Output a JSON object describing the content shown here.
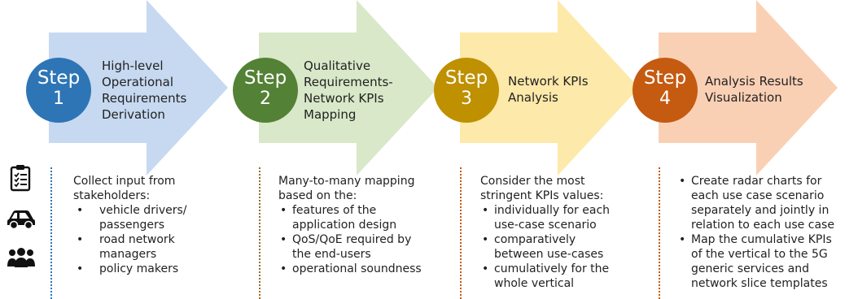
{
  "colors": {
    "step1": {
      "arrow": "#c6d9f1",
      "circle": "#2e75b6",
      "line": "#2e75b6"
    },
    "step2": {
      "arrow": "#d8e8c8",
      "circle": "#538135",
      "line": "#9c6a2e"
    },
    "step3": {
      "arrow": "#fde9a9",
      "circle": "#bf9000",
      "line": "#c55a11"
    },
    "step4": {
      "arrow": "#fad0b5",
      "circle": "#c55a11",
      "line": "#c55a11"
    }
  },
  "icons": [
    "clipboard-checklist-icon",
    "car-icon",
    "people-group-icon"
  ],
  "steps": [
    {
      "step_word": "Step",
      "number": "1",
      "title": [
        "High-level",
        "Operational",
        "Requirements",
        "Derivation"
      ],
      "intro": [
        "Collect input from",
        "stakeholders:"
      ],
      "bullets": [
        [
          "vehicle drivers/",
          "passengers"
        ],
        [
          "road network",
          "managers"
        ],
        [
          "policy makers"
        ]
      ]
    },
    {
      "step_word": "Step",
      "number": "2",
      "title": [
        "Qualitative",
        "Requirements-",
        "Network KPIs",
        "Mapping"
      ],
      "intro": [
        "Many-to-many mapping",
        "based on the:"
      ],
      "bullets": [
        [
          "features of the",
          "application design"
        ],
        [
          "QoS/QoE required by",
          "the end-users"
        ],
        [
          "operational soundness"
        ]
      ]
    },
    {
      "step_word": "Step",
      "number": "3",
      "title": [
        "Network KPIs",
        "Analysis"
      ],
      "intro": [
        "Consider the most",
        "stringent KPIs values:"
      ],
      "bullets": [
        [
          "individually for each",
          "use-case scenario"
        ],
        [
          "comparatively",
          "between use-cases"
        ],
        [
          "cumulatively for the",
          "whole vertical"
        ]
      ]
    },
    {
      "step_word": "Step",
      "number": "4",
      "title": [
        "Analysis Results",
        "Visualization"
      ],
      "intro": [],
      "bullets": [
        [
          "Create radar charts for",
          "each use case scenario",
          "separately and jointly in",
          "relation to each use case"
        ],
        [
          "Map the cumulative KPIs",
          "of the vertical to the 5G",
          "generic services and",
          "network slice templates"
        ]
      ]
    }
  ]
}
